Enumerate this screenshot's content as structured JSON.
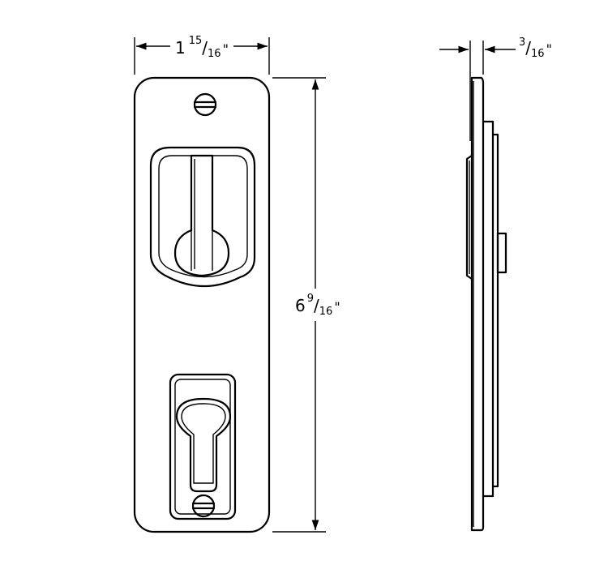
{
  "dimensions": {
    "width": {
      "whole": "1",
      "num": "15",
      "den": "16",
      "unit": "\""
    },
    "height": {
      "whole": "6",
      "num": "9",
      "den": "16",
      "unit": "\""
    },
    "thickness": {
      "whole": "",
      "num": "3",
      "den": "16",
      "unit": "\""
    }
  },
  "colors": {
    "line": "#000000",
    "background": "#ffffff"
  }
}
